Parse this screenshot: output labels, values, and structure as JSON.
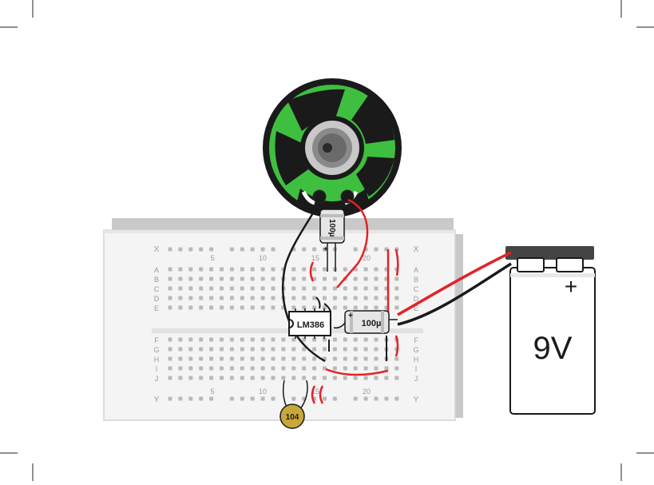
{
  "breadboard": {
    "column_numbers": [
      "5",
      "10",
      "15",
      "20"
    ],
    "rail_top_label": "X",
    "rail_bottom_label": "Y",
    "row_labels_top": [
      "A",
      "B",
      "C",
      "D",
      "E"
    ],
    "row_labels_bottom": [
      "F",
      "G",
      "H",
      "I",
      "J"
    ]
  },
  "components": {
    "ic_label": "LM386",
    "cap_speaker_label": "100µ",
    "cap_output_label": "100µ",
    "cap_ceramic_label": "104",
    "battery_label": "9V",
    "battery_plus": "+",
    "cap_plus": "+"
  },
  "colors": {
    "speaker_green": "#3fbf3f",
    "wire_red": "#e32227",
    "wire_black": "#1a1a1a",
    "ceramic_cap": "#c8a83a",
    "board_face": "#f2f2f2",
    "hole": "#b9b9b9"
  }
}
